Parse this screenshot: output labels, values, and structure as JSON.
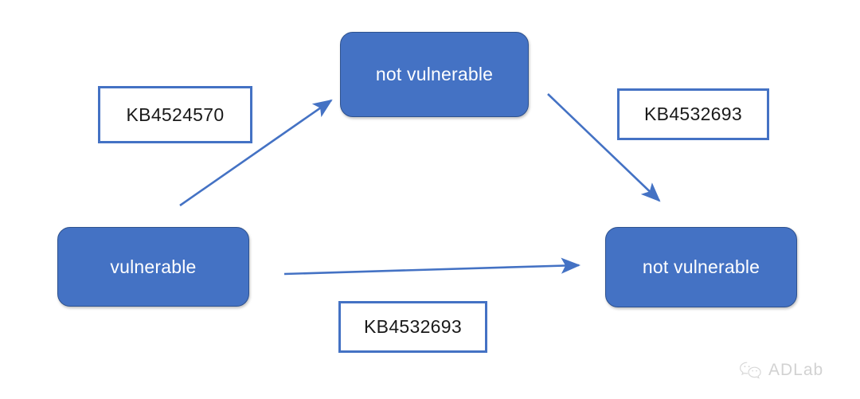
{
  "diagram": {
    "type": "state-transition-flow",
    "accent_color": "#4472C4",
    "node_text_color": "#FFFFFF",
    "label_text_color": "#1A1A1A",
    "background": "#FFFFFF",
    "nodes": [
      {
        "id": "top",
        "label": "not vulnerable"
      },
      {
        "id": "left",
        "label": "vulnerable"
      },
      {
        "id": "right",
        "label": "not vulnerable"
      }
    ],
    "edge_labels": [
      {
        "id": "kb-upper-left",
        "text": "KB4524570"
      },
      {
        "id": "kb-upper-right",
        "text": "KB4532693"
      },
      {
        "id": "kb-bottom",
        "text": "KB4532693"
      }
    ],
    "edges": [
      {
        "from": "left",
        "to": "top",
        "label": "KB4524570"
      },
      {
        "from": "top",
        "to": "right",
        "label": "KB4532693"
      },
      {
        "from": "left",
        "to": "right",
        "label": "KB4532693"
      }
    ]
  },
  "watermark": {
    "text": "ADLab",
    "icon": "wechat-icon",
    "color": "#D2D2D2"
  }
}
